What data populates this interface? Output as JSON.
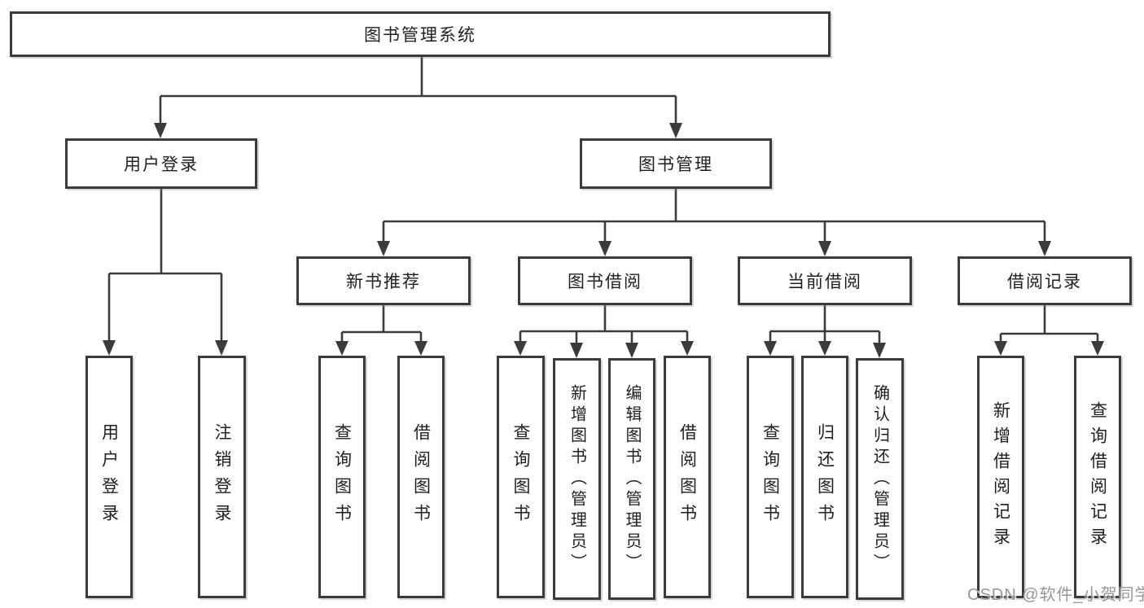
{
  "tree": {
    "root": "图书管理系统",
    "level2": [
      {
        "label": "用户登录",
        "children": [
          {
            "label": "用户登录"
          },
          {
            "label": "注销登录"
          }
        ]
      },
      {
        "label": "图书管理",
        "children": [
          {
            "label": "新书推荐",
            "children": [
              {
                "label": "查询图书"
              },
              {
                "label": "借阅图书"
              }
            ]
          },
          {
            "label": "图书借阅",
            "children": [
              {
                "label": "查询图书"
              },
              {
                "label": "新增图书（管理员）"
              },
              {
                "label": "编辑图书（管理员）"
              },
              {
                "label": "借阅图书"
              }
            ]
          },
          {
            "label": "当前借阅",
            "children": [
              {
                "label": "查询图书"
              },
              {
                "label": "归还图书"
              },
              {
                "label": "确认归还（管理员）"
              }
            ]
          },
          {
            "label": "借阅记录",
            "children": [
              {
                "label": "新增借阅记录"
              },
              {
                "label": "查询借阅记录"
              }
            ]
          }
        ]
      }
    ]
  },
  "watermark": {
    "text": "CSDN @软件_小贺同学"
  },
  "colors": {
    "line": "#3b3b3b",
    "border": "#3b3b3b",
    "background": "#ffffff",
    "text": "#1f1f1f",
    "watermark": "#96979c"
  }
}
